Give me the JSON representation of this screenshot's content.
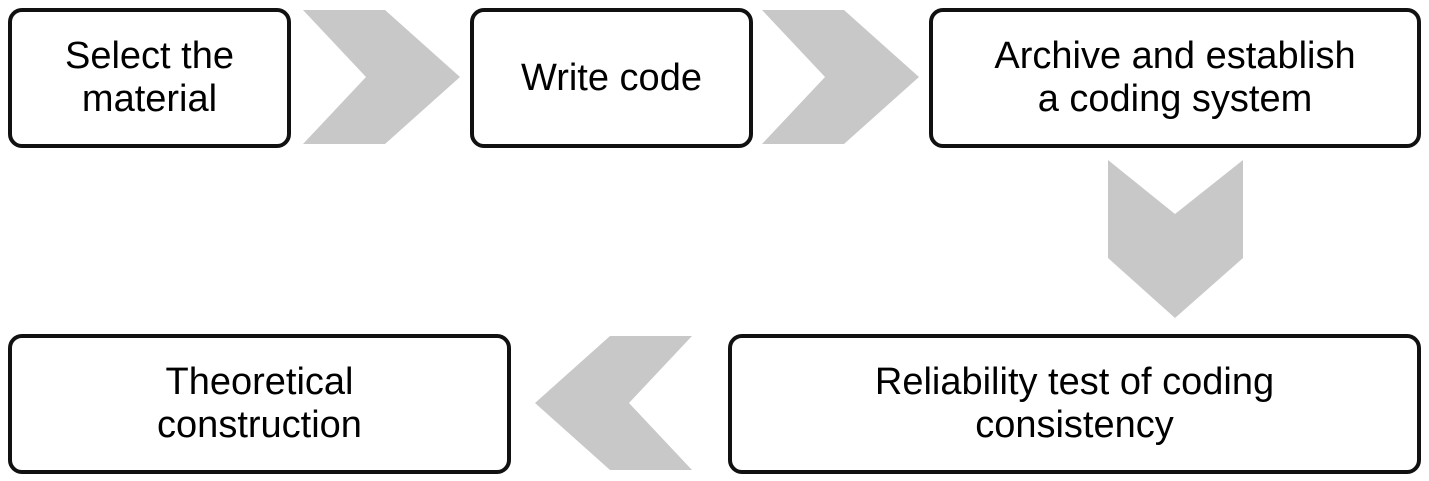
{
  "colors": {
    "arrow": "#c8c8c8",
    "border": "#111111"
  },
  "steps": [
    {
      "id": "select-material",
      "label": "Select the\nmaterial"
    },
    {
      "id": "write-code",
      "label": "Write code"
    },
    {
      "id": "archive-coding-system",
      "label": "Archive and establish\na coding system"
    },
    {
      "id": "reliability-test",
      "label": "Reliability test of coding\nconsistency"
    },
    {
      "id": "theoretical-construction",
      "label": "Theoretical\nconstruction"
    }
  ],
  "arrows": [
    {
      "from": "select-material",
      "to": "write-code",
      "direction": "right"
    },
    {
      "from": "write-code",
      "to": "archive-coding-system",
      "direction": "right"
    },
    {
      "from": "archive-coding-system",
      "to": "reliability-test",
      "direction": "down"
    },
    {
      "from": "reliability-test",
      "to": "theoretical-construction",
      "direction": "left"
    }
  ]
}
